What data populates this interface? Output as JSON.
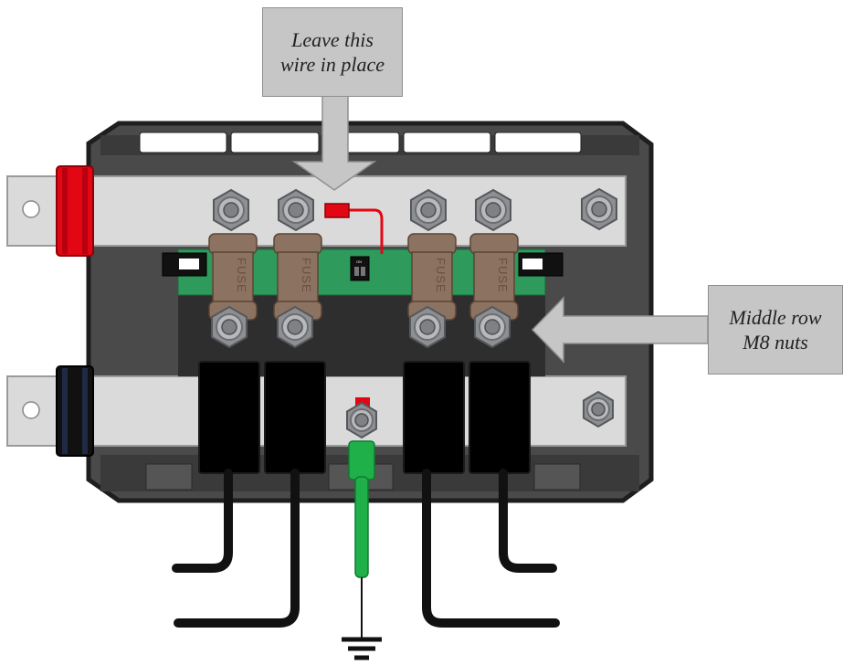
{
  "callouts": {
    "top": {
      "line1": "Leave this",
      "line2": "wire in place"
    },
    "right": {
      "line1": "Middle row",
      "line2": "M8 nuts"
    }
  },
  "fuses": [
    {
      "label": "FUSE"
    },
    {
      "label": "FUSE"
    },
    {
      "label": "FUSE"
    },
    {
      "label": "FUSE"
    }
  ],
  "dip_switch": {
    "label": "ON"
  },
  "colors": {
    "housing": "#4a4a4a",
    "busbar": "#dadada",
    "pcb": "#2e9a5c",
    "fuse": "#8c7260",
    "positive_terminal": "#e30613",
    "negative_terminal": "#111111",
    "wire_red": "#e30613",
    "ground_wire": "#1fb04a",
    "callout_fill": "#c6c6c6",
    "cable": "#111111"
  }
}
